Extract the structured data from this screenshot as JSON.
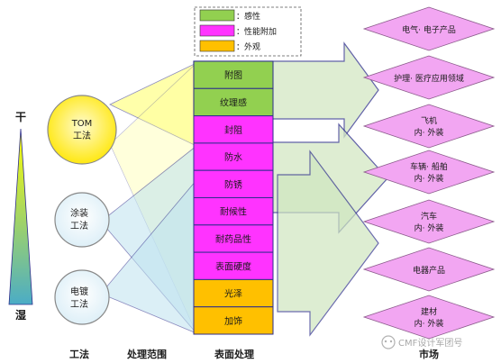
{
  "legend": {
    "items": [
      {
        "label": "：感性",
        "color": "#92d050"
      },
      {
        "label": "：性能附加",
        "color": "#ff33ff"
      },
      {
        "label": "：外观",
        "color": "#ffc000"
      }
    ]
  },
  "scale": {
    "top_label": "干",
    "bottom_label": "湿"
  },
  "methods": [
    {
      "lines": [
        "TOM",
        "工法"
      ],
      "fill": "yellow"
    },
    {
      "lines": [
        "涂装",
        "工法"
      ],
      "fill": "lightblue"
    },
    {
      "lines": [
        "电镀",
        "工法"
      ],
      "fill": "lightblue"
    }
  ],
  "treatments": [
    {
      "label": "附图",
      "color": "#92d050"
    },
    {
      "label": "纹理感",
      "color": "#92d050"
    },
    {
      "label": "封阻",
      "color": "#ff33ff"
    },
    {
      "label": "防水",
      "color": "#ff33ff"
    },
    {
      "label": "防锈",
      "color": "#ff33ff"
    },
    {
      "label": "耐候性",
      "color": "#ff33ff"
    },
    {
      "label": "耐药品性",
      "color": "#ff33ff"
    },
    {
      "label": "表面硬度",
      "color": "#ff33ff"
    },
    {
      "label": "光泽",
      "color": "#ffc000"
    },
    {
      "label": "加饰",
      "color": "#ffc000"
    }
  ],
  "markets": [
    {
      "lines": [
        "电气· 电子产品"
      ]
    },
    {
      "lines": [
        "护理· 医疗应用领域"
      ]
    },
    {
      "lines": [
        "飞机",
        "内· 外装"
      ]
    },
    {
      "lines": [
        "车辆· 船舶",
        "内· 外装"
      ]
    },
    {
      "lines": [
        "汽车",
        "内· 外装"
      ]
    },
    {
      "lines": [
        "电器产品"
      ]
    },
    {
      "lines": [
        "建材",
        "内· 外装"
      ]
    }
  ],
  "bottom_labels": {
    "method": "工法",
    "range": "处理范围",
    "surface": "表面处理",
    "market": "市场"
  },
  "watermark": "CMF设计军团号",
  "colors": {
    "market_fill": "#f2a6f2",
    "outline": "#2e2e8c",
    "arrow_fill": "#d4e8c4"
  }
}
